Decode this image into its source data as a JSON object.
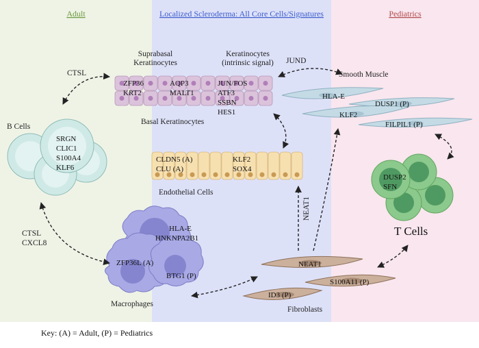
{
  "sections": {
    "adult": {
      "title": "Adult",
      "color": "#6a9a3e"
    },
    "localized": {
      "title": "Localized Scleroderma: All Core Cells/Signatures",
      "color": "#3d5ccc"
    },
    "pediatrics": {
      "title": "Pediatrics",
      "color": "#b14a4a"
    }
  },
  "keratinocytes": {
    "suprabasal_line1": "Suprabasal",
    "suprabasal_line2": "Keratinocytes",
    "intrinsic_line1": "Keratinocytes",
    "intrinsic_line2": "(intrinsic signal)",
    "basal": "Basal Keratinocytes",
    "genes_col1": [
      "ZFP36",
      "KRT2"
    ],
    "genes_col2": [
      "AQP3",
      "MALT1"
    ],
    "genes_col3": [
      "JUN/FOS",
      "ATF3",
      "SSBN",
      "HES1"
    ]
  },
  "ctsl_top": "CTSL",
  "jund": "JUND",
  "b_cells": {
    "label": "B Cells",
    "genes": [
      "SRGN",
      "CLIC1",
      "S100A4",
      "KLF6"
    ]
  },
  "smooth_muscle": {
    "label": "Smooth Muscle",
    "cells": [
      "HLA-E",
      "DUSP1 (P)",
      "KLF2",
      "FILPIL1 (P)"
    ]
  },
  "endothelial": {
    "label": "Endothelial Cells",
    "genes_left": [
      "CLDN5 (A)",
      "CLU (A)"
    ],
    "genes_right": [
      "KLF2",
      "SOX4"
    ]
  },
  "t_cells": {
    "label": "T Cells",
    "genes": [
      "DUSP2",
      "SFN"
    ]
  },
  "ctsl_cxcl8": [
    "CTSL",
    "CXCL8"
  ],
  "neat1_arrow": "NEAT1",
  "macrophages": {
    "label": "Macrophages",
    "genes": [
      "HLA-E",
      "HNKNPA2B1",
      "ZFP36L (A)",
      "BTG1 (P)"
    ]
  },
  "fibroblasts": {
    "label": "Fibroblasts",
    "cells": [
      "NEAT1",
      "S100A11 (P)",
      "ID3 (P)"
    ]
  },
  "key": "Key: (A) = Adult, (P) = Pediatrics",
  "colors": {
    "adult_bg": "#eff3e6",
    "localized_bg": "#dde1f8",
    "pediatrics_bg": "#f9e6ee",
    "keratinocyte": "#dcc3dc",
    "endothelial": "#f7e0b0",
    "bcell": "#cfe9e6",
    "tcell": "#8cc98c",
    "macrophage": "#a9a9e6",
    "smooth_muscle": "#c4dbe6",
    "fibroblast": "#cbb09c"
  }
}
